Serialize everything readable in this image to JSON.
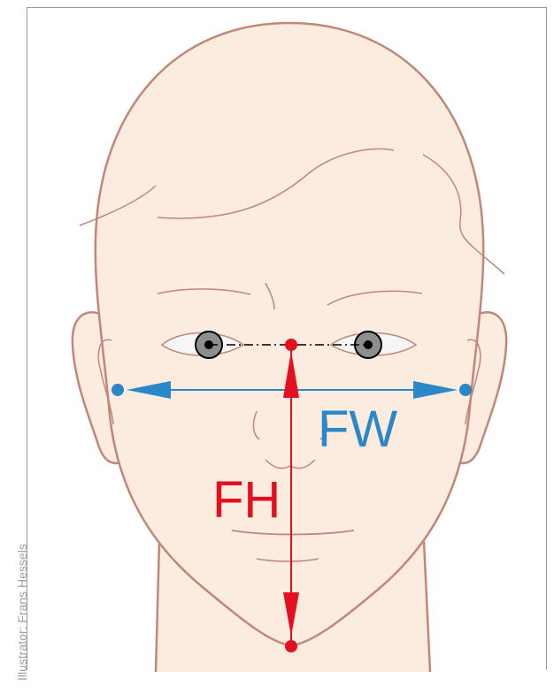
{
  "labels": {
    "face_width": "FW",
    "face_height": "FH"
  },
  "credit": "Illustrator: Frans Hessels",
  "colors": {
    "skin": "#fcebdf",
    "outline": "#c0877a",
    "width_measure": "#2a87c8",
    "height_measure": "#e3101f",
    "eye_line": "#000000",
    "frame": "#9a9a9a"
  },
  "icons": [
    "head-illustration",
    "left-eye-icon",
    "right-eye-icon",
    "width-arrow-icon",
    "height-arrow-icon"
  ]
}
